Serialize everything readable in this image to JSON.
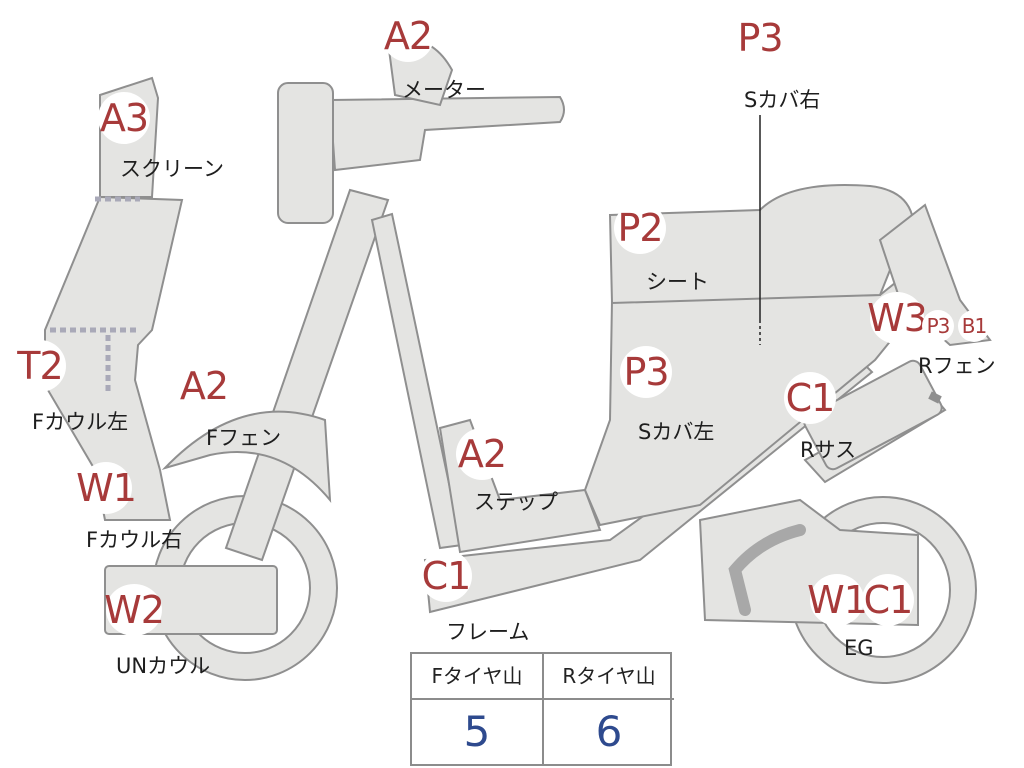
{
  "image_title": "",
  "parts": [
    {
      "code": "A2",
      "label": "メーター"
    },
    {
      "code": "P3",
      "label": "Sカバ右"
    },
    {
      "code": "A3",
      "label": "スクリーン"
    },
    {
      "code": "P2",
      "label": "シート"
    },
    {
      "code": "W3",
      "label": "Rフェン"
    },
    {
      "code": "P3",
      "label": ""
    },
    {
      "code": "B1",
      "label": ""
    },
    {
      "code": "T2",
      "label": "Fカウル左"
    },
    {
      "code": "A2",
      "label": "Fフェン"
    },
    {
      "code": "P3",
      "label": "Sカバ左"
    },
    {
      "code": "C1",
      "label": "Rサス"
    },
    {
      "code": "A2",
      "label": "ステップ"
    },
    {
      "code": "W1",
      "label": "Fカウル右"
    },
    {
      "code": "C1",
      "label": "フレーム"
    },
    {
      "code": "W2",
      "label": "UNカウル"
    },
    {
      "code": "W1",
      "label": "EG"
    },
    {
      "code": "C1",
      "label": ""
    }
  ],
  "tread_table": {
    "headers": [
      "Fタイヤ山",
      "Rタイヤ山"
    ],
    "values": [
      "5",
      "6"
    ]
  },
  "colors": {
    "part_fill": "#e4e4e2",
    "part_outline": "#8f8f8f",
    "grade_code": "#a73a3a",
    "tread_value": "#2e4a8e"
  }
}
